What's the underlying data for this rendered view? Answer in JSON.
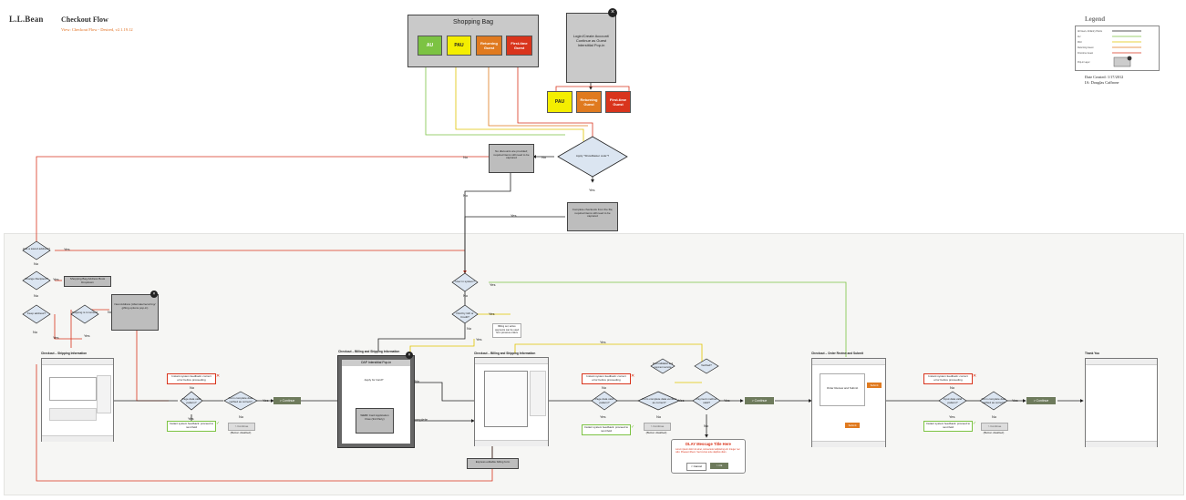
{
  "header": {
    "logo": "L.L.Bean",
    "title": "Checkout Flow",
    "subtitle": "View: Checkout Flow - Desired, v2.1.19.12"
  },
  "legend": {
    "title": "Legend",
    "rows": [
      "All Users, All Entry Points",
      "AU",
      "PAU",
      "Returning Guest",
      "First-time Guest",
      "Pop-in Layer"
    ],
    "date": "Date Created: 1/17/2012",
    "ia": "IA: Douglas Caffrone"
  },
  "top": {
    "shopping_bag": "Shopping Bag",
    "users": [
      "AU",
      "PAU",
      "Returning Guest",
      "First-time Guest"
    ],
    "login_box": "Login/Create Account/ Continue as Guest Interstitial Pop-in",
    "users2": [
      "PAU",
      "Returning Guest",
      "First-time Guest"
    ],
    "apply_disc": "Apply \"ShowMaster code\"?",
    "not_captured": "No discounts are provided; required items still need to be captured",
    "captured": "Complete checkouts from the file; required items still need to be captured"
  },
  "labels": {
    "yes": "Yes",
    "no": "No",
    "complete": "Complete"
  },
  "left": {
    "d1": "Has a saved address?",
    "d2": "Change Recipient?",
    "shipping_bag": "Shopping Bag Address Book Dropdown",
    "d3": "Keep address?",
    "d4": "Shipping is it correct?",
    "new_address": "New Address (Alternate/recurring/ gifting options pop-in)",
    "section": "Checkout – Shipping Information",
    "err": "Instant system feedback: correct error before proceeding",
    "d5": "Page data valid pattern?",
    "ok": "Instant system feedback: proceed to next field",
    "d6": "Form complete data verified as correct?",
    "continue": "> Continue",
    "cont_grey": "> Continue",
    "btn_disabled": "(Button disabled)"
  },
  "mid": {
    "section": "Checkout – Billing and Shipping Information",
    "oap": "OAP Interstitial Pop-in",
    "d1": "Apply for Card?",
    "app": "WEBF Card Application Flow (3rd Party)",
    "d_user": "User in system?",
    "d_paypal": "Paid by Gift or Credit?",
    "note": "Billing set; active payments can be used from previous orders",
    "section2": "Checkout – Billing and Shipping Information",
    "update": "Express editable billing form",
    "err": "Instant system feedback: correct error before proceeding",
    "d5": "Page data valid pattern?",
    "ok": "Instant system feedback: proceed to next field",
    "d6": "Form complete data verified as correct?",
    "d7": "Field validation and payment service",
    "d8": "Verified?",
    "d9": "Payment method valid?",
    "continue": "> Continue",
    "cont_grey": "> Continue",
    "btn_disabled": "(Button disabled)",
    "dlg_title": "DLAY Message Title Here",
    "dlg_body": "Lorem ipsum dolor sit amet, consectetur adipiscing elit. Integer nec odio. Praesent libero. Sed cursus ante dapibus diam.",
    "dlg_cancel": "< Cancel",
    "dlg_ok": "> Ok"
  },
  "right": {
    "section": "Checkout – Order Review and Submit",
    "submit": "Submit",
    "err": "Instant system feedback: correct error before proceeding",
    "d5": "Input data valid pattern?",
    "ok": "Instant system feedback: proceed to next field",
    "d6": "Form complete data verified as correct?",
    "cont_grey": "> Continue",
    "btn_disabled": "(Button disabled)",
    "continue": "> Continue",
    "thanks": "Thank You",
    "order_review": "Order Review and Submit"
  },
  "colors": {
    "au": "#7cc343",
    "pau": "#f4ee00",
    "rg": "#e07a1f",
    "ftg": "#d9341c",
    "grey": "#bdbdbd",
    "dark": "#6e7b5c"
  }
}
